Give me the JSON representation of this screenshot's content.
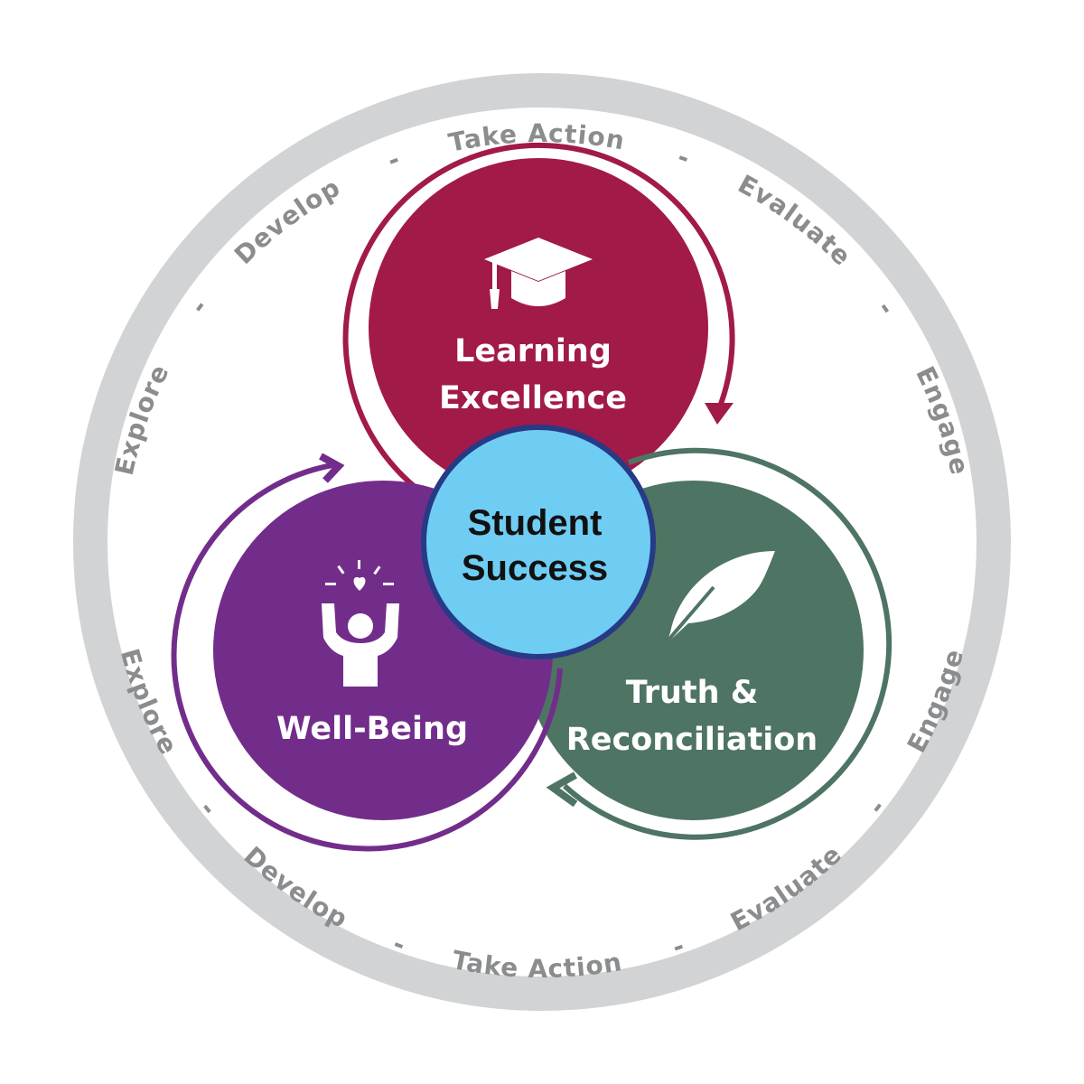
{
  "ring": {
    "top_words": [
      "Explore",
      "-",
      "Develop",
      "-",
      "Take Action",
      "-",
      "Evaluate",
      "-",
      "Engage"
    ],
    "bottom_words": [
      "Explore",
      "-",
      "Develop",
      "-",
      "Take Action",
      "-",
      "Evaluate",
      "-",
      "Engage"
    ]
  },
  "circles": {
    "learning": {
      "line1": "Learning",
      "line2": "Excellence",
      "color": "#a21a48",
      "icon": "graduation-cap-icon"
    },
    "wellbeing": {
      "line1": "Well-Being",
      "color": "#722d8b",
      "icon": "person-heart-icon"
    },
    "truth": {
      "line1": "Truth &",
      "line2": "Reconciliation",
      "color": "#4e7463",
      "icon": "feather-icon"
    }
  },
  "center": {
    "line1": "Student",
    "line2": "Success",
    "fill": "#6fcdf3",
    "stroke": "#263a86"
  },
  "colors": {
    "ring": "#d1d3d4",
    "ring_text": "#8a8c8e"
  }
}
